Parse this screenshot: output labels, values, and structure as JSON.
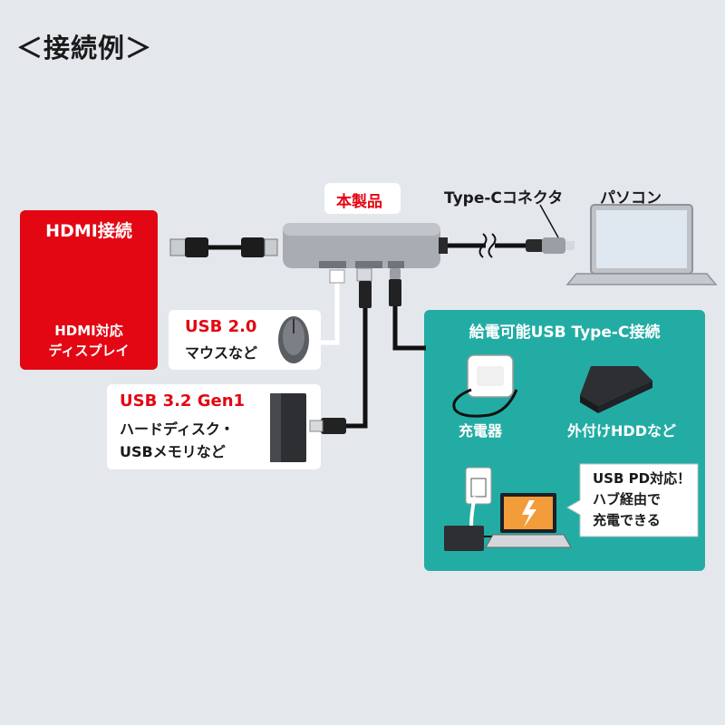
{
  "page_title": "＜接続例＞",
  "product": {
    "label": "本製品"
  },
  "connector": {
    "label": "Type-Cコネクタ"
  },
  "laptop": {
    "label": "パソコン"
  },
  "hdmi": {
    "title": "HDMI接続",
    "line1": "HDMI対応",
    "line2": "ディスプレイ"
  },
  "usb2": {
    "title": "USB 2.0",
    "desc": "マウスなど"
  },
  "usb3": {
    "title": "USB 3.2 Gen1",
    "line1": "ハードディスク・",
    "line2": "USBメモリなど"
  },
  "pd": {
    "title": "給電可能USB Type-C接続",
    "charger_label": "充電器",
    "hdd_label": "外付けHDDなど",
    "note_line1": "USB PD対応！",
    "note_line2": "ハブ経由で",
    "note_line3": "充電できる"
  },
  "colors": {
    "background": "#e4e8ed",
    "red": "#e30613",
    "teal": "#23aca4",
    "hub": "#a9adb3"
  }
}
